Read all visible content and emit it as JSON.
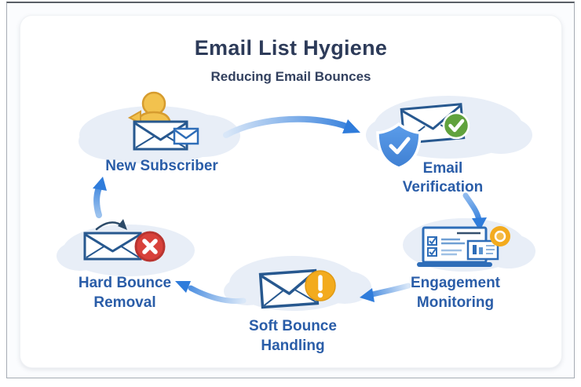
{
  "header": {
    "title": "Email List Hygiene",
    "subtitle": "Reducing Email Bounces"
  },
  "nodes": {
    "new_subscriber": {
      "label": "New Subscriber",
      "icon": "person-envelope-icon"
    },
    "email_verification": {
      "line1": "Email",
      "line2": "Verification",
      "icon": "shield-check-envelope-icon"
    },
    "engagement_monitoring": {
      "line1": "Engagement",
      "line2": "Monitoring",
      "icon": "laptop-checklist-icon"
    },
    "soft_bounce": {
      "line1": "Soft Bounce",
      "line2": "Handling",
      "icon": "envelope-warning-icon"
    },
    "hard_bounce": {
      "line1": "Hard Bounce",
      "line2": "Removal",
      "icon": "envelope-error-icon"
    }
  },
  "flow": [
    {
      "from": "new_subscriber",
      "to": "email_verification"
    },
    {
      "from": "email_verification",
      "to": "engagement_monitoring"
    },
    {
      "from": "engagement_monitoring",
      "to": "soft_bounce"
    },
    {
      "from": "soft_bounce",
      "to": "hard_bounce"
    },
    {
      "from": "hard_bounce",
      "to": "new_subscriber"
    }
  ],
  "theme": {
    "title_color": "#2d3b59",
    "subtitle_color": "#33415f",
    "label_color": "#2a5da8",
    "arrow_dark": "#2f7cdb",
    "arrow_light": "#d9e7f8",
    "envelope_outline": "#27588f",
    "laptop_blue": "#2e6db8",
    "cloud": "#e8eef7",
    "gold": "#f2c24e",
    "gold_outline": "#d69c2f",
    "green": "#61a23d",
    "red": "#d8413b",
    "red_ring": "#b93531",
    "orange": "#f3ab1e",
    "shield_top": "#5b9ce9",
    "shield_bottom": "#3f80d3"
  }
}
